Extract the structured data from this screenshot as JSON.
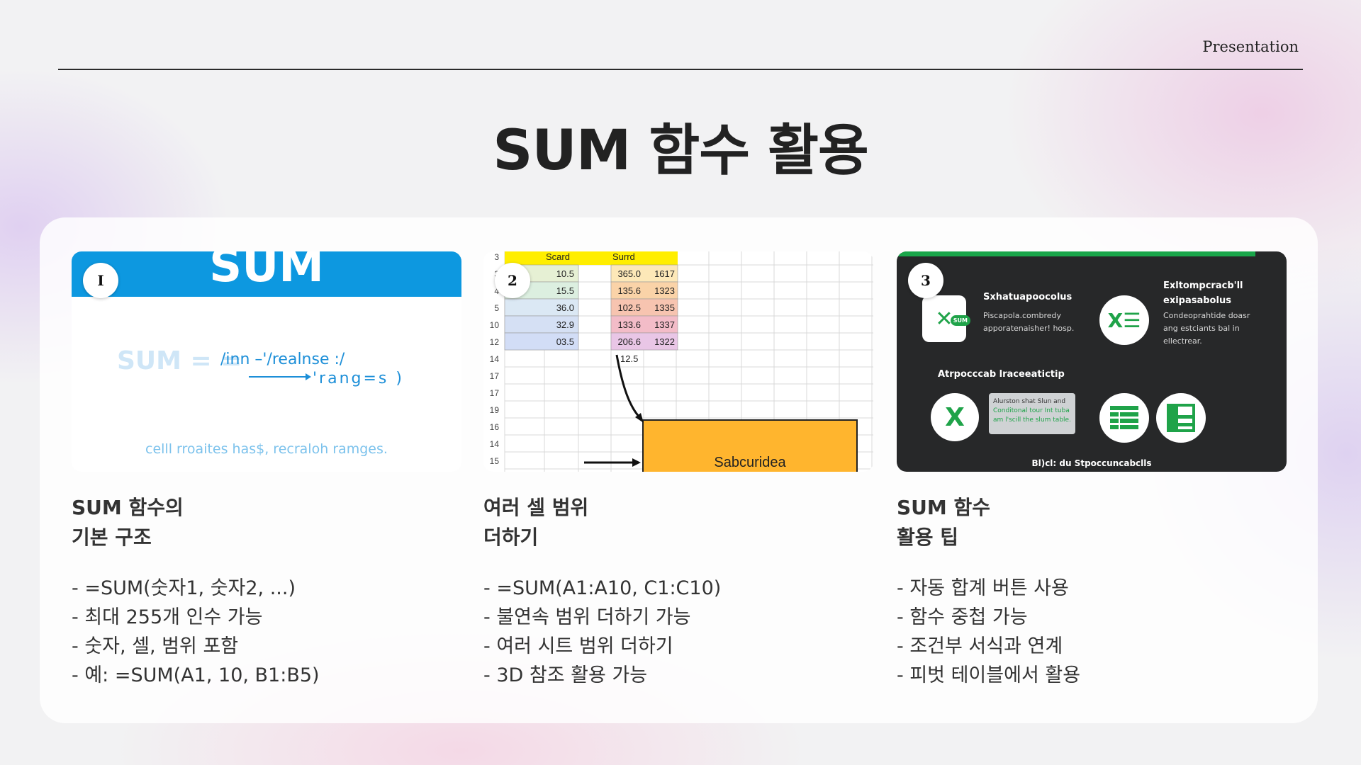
{
  "header": {
    "label": "Presentation",
    "title": "SUM 함수 활용"
  },
  "columns": [
    {
      "badge": "I",
      "heading_line1": "SUM 함수의",
      "heading_line2": "기본 구조",
      "bullets": [
        "- =SUM(숫자1, 숫자2, ...)",
        "- 최대 255개 인수 가능",
        "- 숫자, 셀, 범위 포함",
        "- 예: =SUM(A1, 10, B1:B5)"
      ],
      "image": {
        "banner": "SUM",
        "formula_left": "SUM = =",
        "formula_mid": "/inn –'/realnse :/",
        "formula_right": "'rang=s )",
        "caption": "celll rroaites has$, recraloh ramges."
      }
    },
    {
      "badge": "2",
      "heading_line1": "여러 셀 범위",
      "heading_line2": "더하기",
      "bullets": [
        "- =SUM(A1:A10, C1:C10)",
        "- 불연속 범위 더하기 가능",
        "- 여러 시트 범위 더하기",
        "- 3D 참조 활용 가능"
      ],
      "image": {
        "row_numbers": [
          "3",
          "3",
          "4",
          "5",
          "10",
          "12",
          "14",
          "17",
          "17",
          "19",
          "16",
          "14",
          "15"
        ],
        "col_a_header": "Scard",
        "col_b_header": "Surrd",
        "col_a": [
          "10.5",
          "15.5",
          "36.0",
          "32.9",
          "03.5"
        ],
        "col_b": [
          "365.0",
          "135.6",
          "102.5",
          "133.6",
          "206.6"
        ],
        "col_c": [
          "1617",
          "1323",
          "1335",
          "1337",
          "1322"
        ],
        "below_value": "12.5",
        "box_label": "Sabcuridea"
      }
    },
    {
      "badge": "3",
      "heading_line1": "SUM 함수",
      "heading_line2": "활용 팁",
      "bullets": [
        "- 자동 합계 버튼 사용",
        "- 함수 중첩 가능",
        "- 조건부 서식과 연계",
        "- 피벗 테이블에서 활용"
      ],
      "image": {
        "t1": "Sxhatuapoocolus",
        "s1": "Piscapola.combredy apporatenaisher! hosp.",
        "t2": "Exltompcracb'll exipasabolus",
        "s2": "Condeoprahtide doasr ang estciants bal in ellectrear.",
        "t3": "Atrpocccab lraceeatictip",
        "note_a": "Alurston shat Slun and",
        "note_b": "Conditonal tour Int tuba am l'scill the slum table.",
        "sum_tag": "SUM",
        "footer": "Bl)cl: du Stpoccuncabclls"
      }
    }
  ]
}
